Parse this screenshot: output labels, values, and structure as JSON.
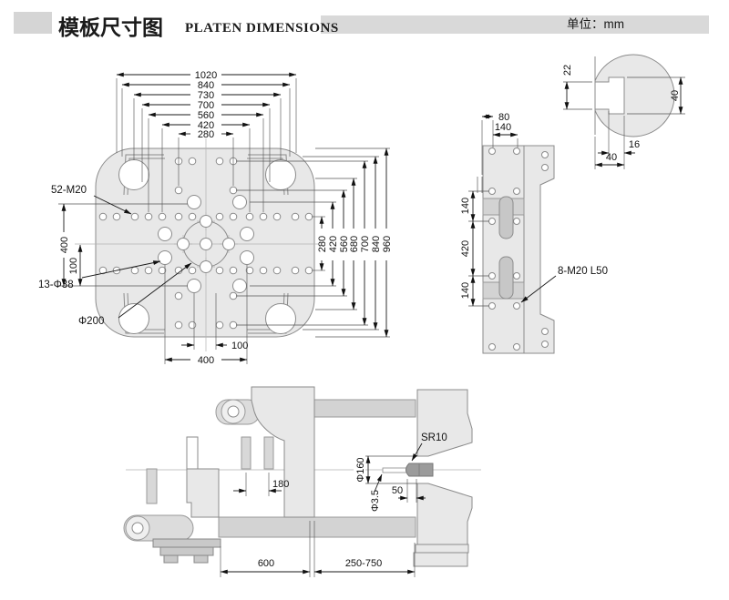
{
  "header": {
    "title_zh": "模板尺寸图",
    "title_en": "PLATEN DIMENSIONS",
    "unit_label": "单位：mm"
  },
  "front_view": {
    "top_dims": [
      "1020",
      "840",
      "730",
      "700",
      "560",
      "420",
      "280"
    ],
    "right_dims": [
      "280",
      "420",
      "560",
      "680",
      "700",
      "840",
      "960"
    ],
    "left_dims": {
      "d400": "400",
      "d100": "100"
    },
    "bottom_dims": {
      "d100": "100",
      "d400": "400"
    },
    "labels": {
      "bolt_pattern": "52-M20",
      "tie_holes": "13-Φ38",
      "locating_ring": "Φ200"
    }
  },
  "side_view": {
    "top_dims": {
      "d80": "80",
      "d140": "140"
    },
    "left_dims": [
      "140",
      "420",
      "140"
    ],
    "label_bolts": "8-M20 L50"
  },
  "detail_view": {
    "d22": "22",
    "d40_right": "40",
    "d16": "16",
    "d40_bottom": "40"
  },
  "bottom_view": {
    "d180": "180",
    "label_sr": "SR10",
    "d160": "Φ160",
    "d35": "Φ3.5",
    "d50": "50",
    "d600": "600",
    "d_stroke": "250-750"
  }
}
